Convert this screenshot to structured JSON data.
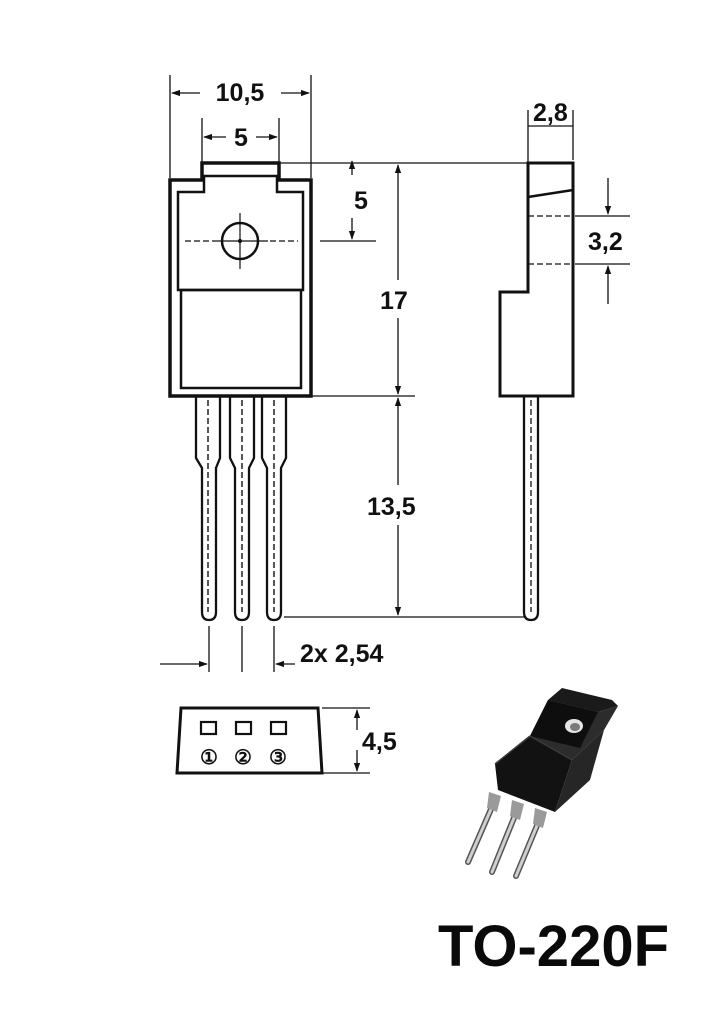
{
  "dimensions": {
    "overall_width": "10,5",
    "tab_width": "5",
    "tab_height": "5",
    "body_height": "17",
    "lead_length": "13,5",
    "tab_thickness": "2,8",
    "hole_diameter": "3,2",
    "pin_pitch": "2x 2,54",
    "bottom_depth": "4,5"
  },
  "pins": [
    "①",
    "②",
    "③"
  ],
  "package_name": "TO-220F",
  "colors": {
    "ink": "#111111",
    "package_body": "#1a1a1a",
    "lead_metal": "#b8b8b8"
  },
  "icons": {
    "package_3d": "to220f-package-render"
  }
}
